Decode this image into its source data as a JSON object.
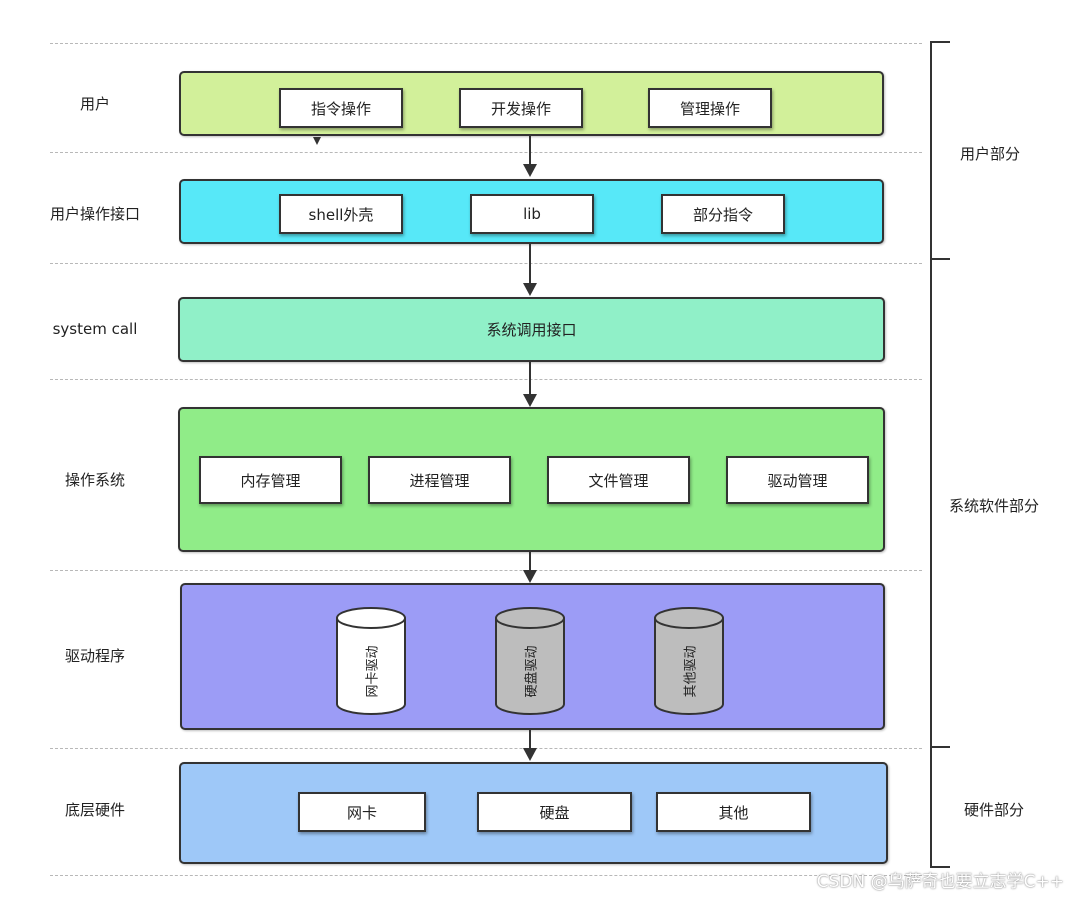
{
  "layers": {
    "user": {
      "label": "用户",
      "color": "#d2f09a",
      "boxes": [
        "指令操作",
        "开发操作",
        "管理操作"
      ]
    },
    "interface": {
      "label": "用户操作接口",
      "color": "#57e8f8",
      "boxes": [
        "shell外壳",
        "lib",
        "部分指令"
      ]
    },
    "syscall": {
      "label": "system call",
      "color": "#90f0c8",
      "text": "系统调用接口"
    },
    "os": {
      "label": "操作系统",
      "color": "#90ec88",
      "boxes": [
        "内存管理",
        "进程管理",
        "文件管理",
        "驱动管理"
      ]
    },
    "drivers": {
      "label": "驱动程序",
      "color": "#9c9cf6",
      "cylinders": [
        {
          "text": "网卡驱动",
          "fill": "#ffffff"
        },
        {
          "text": "硬盘驱动",
          "fill": "#bdbdbd"
        },
        {
          "text": "其他驱动",
          "fill": "#bdbdbd"
        }
      ]
    },
    "hardware": {
      "label": "底层硬件",
      "color": "#9ec8f8",
      "boxes": [
        "网卡",
        "硬盘",
        "其他"
      ]
    }
  },
  "sections": {
    "user_part": "用户部分",
    "system_part": "系统软件部分",
    "hardware_part": "硬件部分"
  },
  "watermark": "CSDN @乌萨奇也要立志学C++"
}
